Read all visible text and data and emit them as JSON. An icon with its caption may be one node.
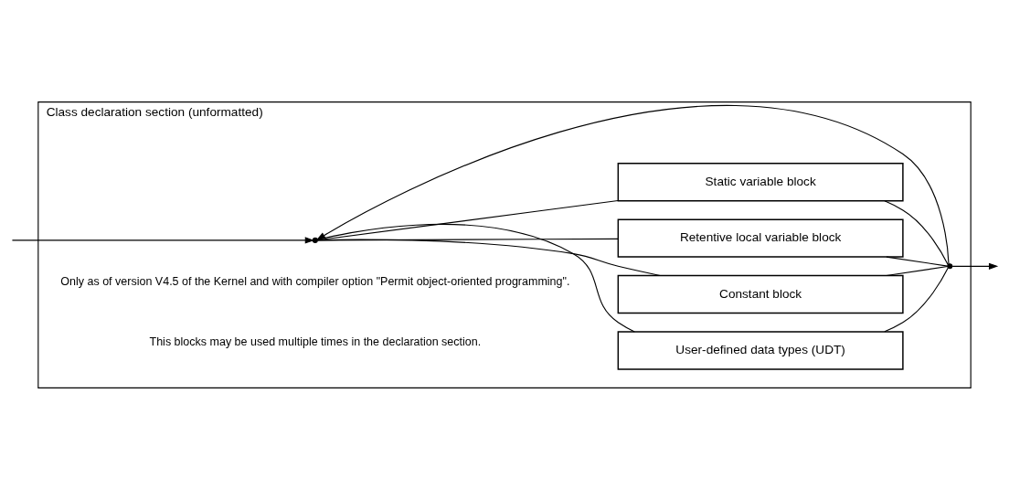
{
  "diagram": {
    "nodes": [
      {
        "text": [
          "Class declaration section (unformatted)"
        ]
      },
      {
        "text": [
          "User-defined data types (UDT)"
        ],
        "in": 0
      },
      {
        "text": [
          "Constant block"
        ],
        "in": 0
      },
      {
        "text": [
          "Retentive local variable block"
        ],
        "in": 0
      },
      {
        "text": [
          "Static variable block"
        ],
        "in": 0
      },
      {
        "text": [],
        "shape": "point",
        "in": 0
      },
      {
        "text": [],
        "shape": "point",
        "in": 0
      }
    ],
    "edges": [
      {
        "from": null,
        "to": 5,
        "arrow": "to"
      },
      {
        "from": 5,
        "to": 1,
        "arrow": "none"
      },
      {
        "from": 5,
        "to": 2,
        "arrow": "none"
      },
      {
        "from": 5,
        "to": 3,
        "arrow": "none"
      },
      {
        "from": 5,
        "to": 4,
        "arrow": "none"
      },
      {
        "from": 1,
        "to": 6,
        "arrow": "none"
      },
      {
        "from": 2,
        "to": 6,
        "arrow": "none"
      },
      {
        "from": 3,
        "to": 6,
        "arrow": "none"
      },
      {
        "from": 4,
        "to": 6,
        "arrow": "none"
      },
      {
        "from": 6,
        "to": null,
        "arrow": "to"
      },
      {
        "from": 6,
        "to": 5,
        "arrow": "to"
      }
    ],
    "labels": [
      "Only as of version V4.5 of the Kernel and with compiler option \"Permit object-oriented programming\".",
      "This blocks may be used multiple times in the declaration section."
    ]
  }
}
